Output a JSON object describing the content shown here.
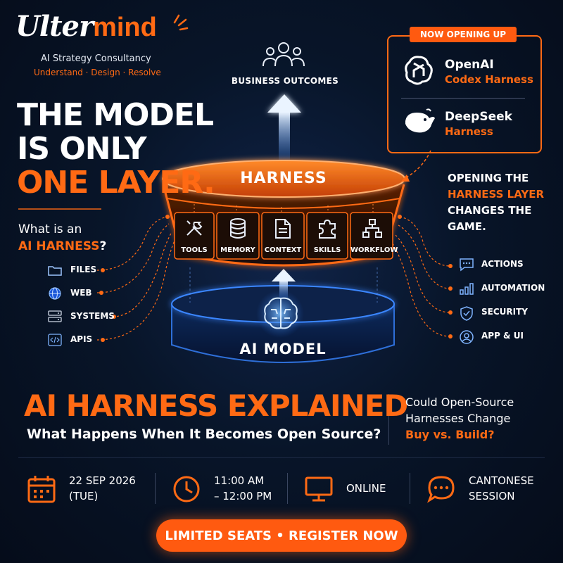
{
  "brand": {
    "name_script": "Ulter",
    "name_bold": "mind",
    "tagline": "AI Strategy Consultancy",
    "motto": "Understand · Design · Resolve"
  },
  "headline": {
    "line1": "THE MODEL",
    "line2": "IS ONLY",
    "line3": "ONE LAYER."
  },
  "question": {
    "line1": "What is an",
    "highlight": "AI HARNESS",
    "suffix": "?"
  },
  "inputs": [
    {
      "label": "FILES",
      "icon": "folder-icon"
    },
    {
      "label": "WEB",
      "icon": "globe-icon"
    },
    {
      "label": "SYSTEMS",
      "icon": "server-icon"
    },
    {
      "label": "APIS",
      "icon": "code-icon"
    }
  ],
  "outcomes_label": "BUSINESS OUTCOMES",
  "harness": {
    "title": "HARNESS",
    "components": [
      {
        "label": "TOOLS",
        "icon": "tools-icon"
      },
      {
        "label": "MEMORY",
        "icon": "database-icon"
      },
      {
        "label": "CONTEXT",
        "icon": "document-icon"
      },
      {
        "label": "SKILLS",
        "icon": "puzzle-icon"
      },
      {
        "label": "WORKFLOW",
        "icon": "workflow-icon"
      }
    ]
  },
  "model_label": "AI MODEL",
  "opening_box": {
    "badge": "NOW OPENING UP",
    "entries": [
      {
        "name": "OpenAI",
        "sub": "Codex Harness",
        "icon": "openai-logo-icon"
      },
      {
        "name": "DeepSeek",
        "sub": "Harness",
        "icon": "deepseek-logo-icon"
      }
    ]
  },
  "game_changer": {
    "line1": "OPENING THE",
    "highlight": "HARNESS LAYER",
    "line3": "CHANGES THE",
    "line4": "GAME."
  },
  "outputs": [
    {
      "label": "ACTIONS",
      "icon": "chat-icon"
    },
    {
      "label": "AUTOMATION",
      "icon": "bar-chart-icon"
    },
    {
      "label": "SECURITY",
      "icon": "shield-icon"
    },
    {
      "label": "APP & UI",
      "icon": "user-icon"
    }
  ],
  "event": {
    "title": "AI HARNESS EXPLAINED",
    "subtitle": "What Happens When It Becomes Open Source?",
    "side_q1": "Could Open-Source",
    "side_q2": "Harnesses Change",
    "side_q3": "Buy vs. Build?"
  },
  "details": [
    {
      "line1": "22 SEP 2026",
      "line2": "(TUE)",
      "icon": "calendar-icon"
    },
    {
      "line1": "11:00 AM",
      "line2": "– 12:00 PM",
      "icon": "clock-icon"
    },
    {
      "line1": "ONLINE",
      "line2": "",
      "icon": "monitor-icon"
    },
    {
      "line1": "CANTONESE",
      "line2": "SESSION",
      "icon": "speech-bubble-icon"
    }
  ],
  "cta": "LIMITED SEATS • REGISTER NOW",
  "colors": {
    "accent": "#ff6a14",
    "background": "#06101f",
    "glow_blue": "#5aa9ff"
  }
}
